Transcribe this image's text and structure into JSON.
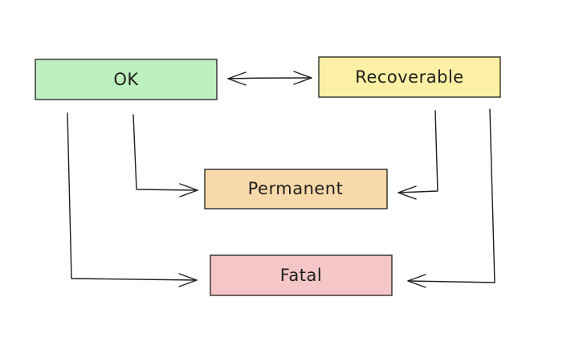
{
  "states": {
    "ok": {
      "label": "OK",
      "fill": "#bdf0bf"
    },
    "recoverable": {
      "label": "Recoverable",
      "fill": "#fcf0a4"
    },
    "permanent": {
      "label": "Permanent",
      "fill": "#f8d9aa"
    },
    "fatal": {
      "label": "Fatal",
      "fill": "#f5c6c7"
    }
  },
  "colors": {
    "stroke": "#1e1e1e",
    "background": "#ffffff"
  }
}
